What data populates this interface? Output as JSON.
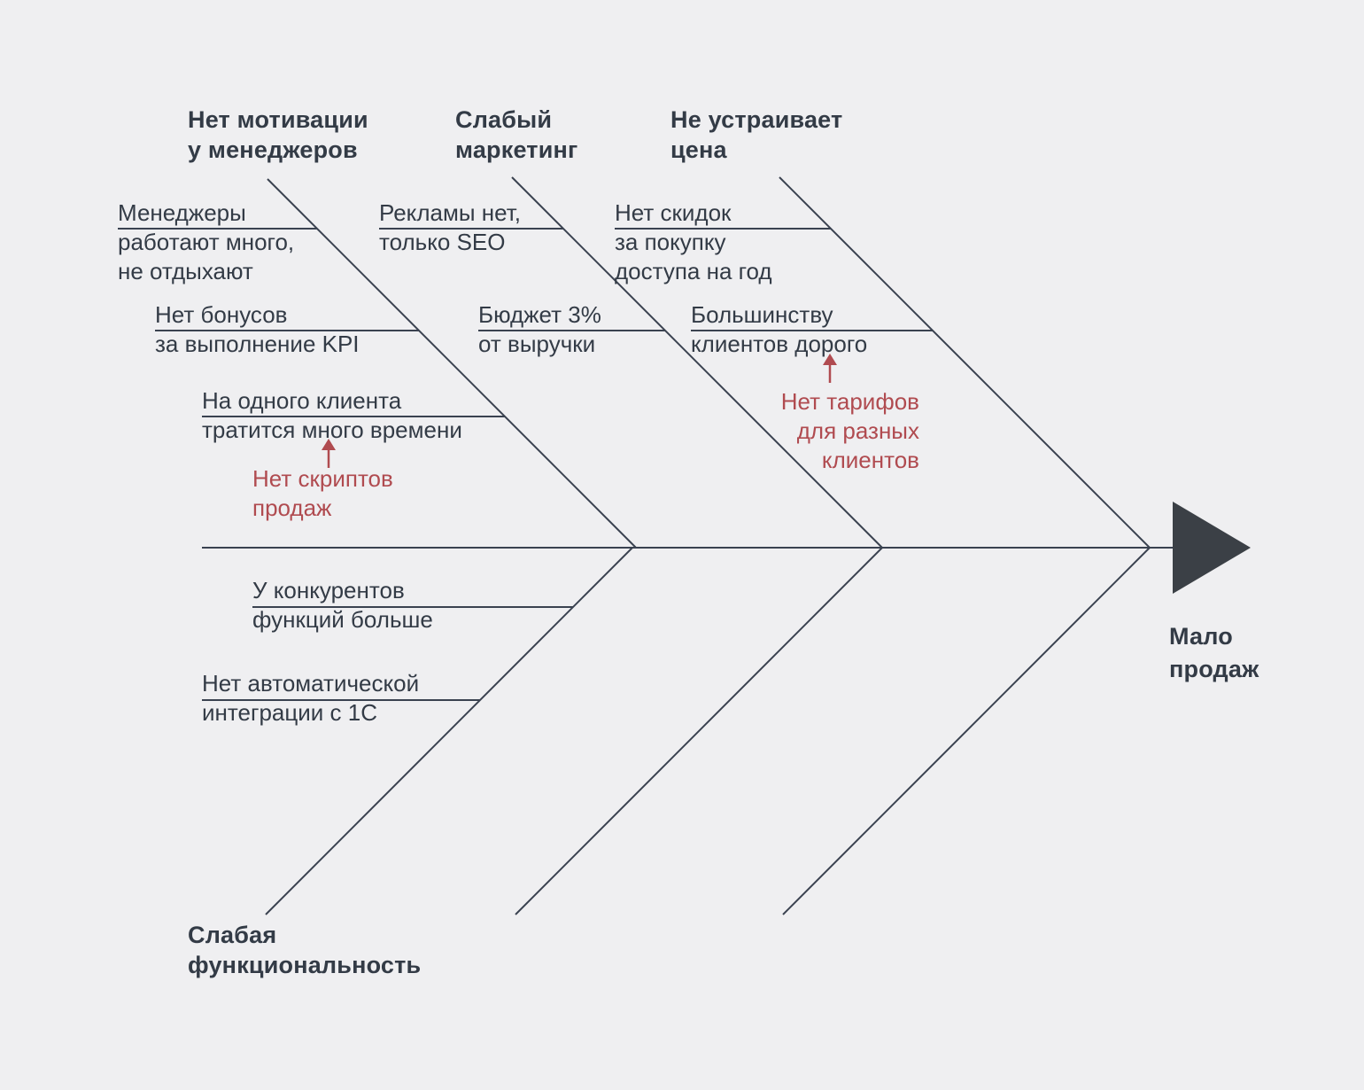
{
  "colors": {
    "bg": "#efeff1",
    "ink": "#333b46",
    "line": "#3a4250",
    "red": "#b04b50",
    "head": "#3b4046"
  },
  "effect_label": "Мало\nпродаж",
  "top_branches": [
    {
      "label": "Нет мотивации\nу менеджеров",
      "causes": [
        "Менеджеры\nработают много,\nне отдыхают",
        "Нет бонусов\nза выполнение KPI",
        "На одного клиента\nтратится много времени"
      ],
      "sub_cause": "Нет скриптов\nпродаж"
    },
    {
      "label": "Слабый\nмаркетинг",
      "causes": [
        "Рекламы нет,\nтолько SEO",
        "Бюджет 3%\nот выручки"
      ]
    },
    {
      "label": "Не устраивает\nцена",
      "causes": [
        "Нет скидок\nза покупку\nдоступа на год",
        "Большинству\nклиентов дорого"
      ],
      "sub_cause": "Нет тарифов\nдля разных\nклиентов"
    }
  ],
  "bottom_branches": [
    {
      "label": "Слабая\nфункциональность",
      "causes": [
        "У конкурентов\nфункций больше",
        "Нет автоматической\nинтеграции с 1С"
      ]
    }
  ]
}
